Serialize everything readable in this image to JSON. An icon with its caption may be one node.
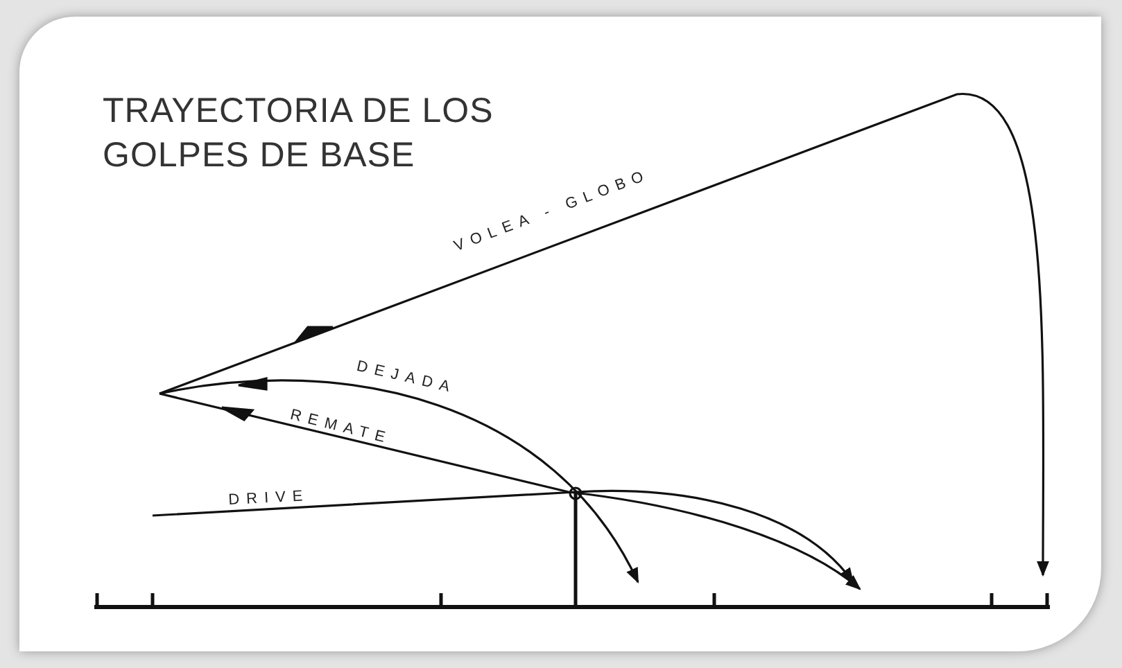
{
  "diagram": {
    "title": "TRAYECTORIA DE LOS GOLPES DE BASE",
    "labels": [
      "VOLEA - GLOBO",
      "DEJADA",
      "REMATE",
      "DRIVE"
    ]
  }
}
